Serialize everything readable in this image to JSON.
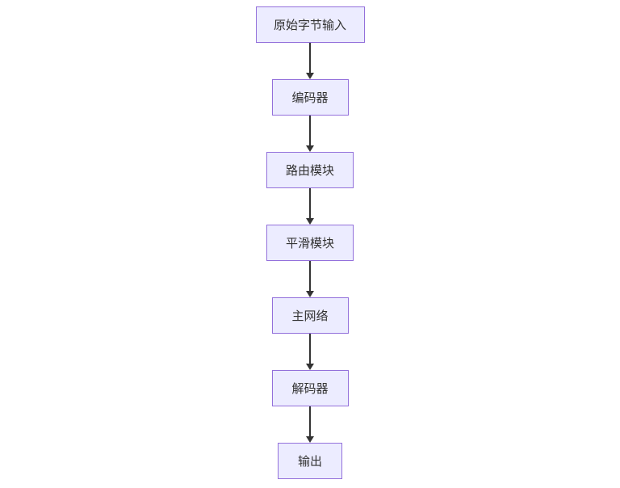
{
  "diagram": {
    "type": "flowchart",
    "direction": "top-to-bottom",
    "nodes": [
      {
        "id": "n1",
        "label": "原始字节输入"
      },
      {
        "id": "n2",
        "label": "编码器"
      },
      {
        "id": "n3",
        "label": "路由模块"
      },
      {
        "id": "n4",
        "label": "平滑模块"
      },
      {
        "id": "n5",
        "label": "主网络"
      },
      {
        "id": "n6",
        "label": "解码器"
      },
      {
        "id": "n7",
        "label": "输出"
      }
    ],
    "edges": [
      {
        "from": "原始字节输入",
        "to": "编码器"
      },
      {
        "from": "编码器",
        "to": "路由模块"
      },
      {
        "from": "路由模块",
        "to": "平滑模块"
      },
      {
        "from": "平滑模块",
        "to": "主网络"
      },
      {
        "from": "主网络",
        "to": "解码器"
      },
      {
        "from": "解码器",
        "to": "输出"
      }
    ],
    "colors": {
      "node_fill": "#ECECFF",
      "node_border": "#9370DB",
      "node_text": "#333333",
      "arrow": "#333333",
      "background": "#FFFFFF"
    }
  }
}
